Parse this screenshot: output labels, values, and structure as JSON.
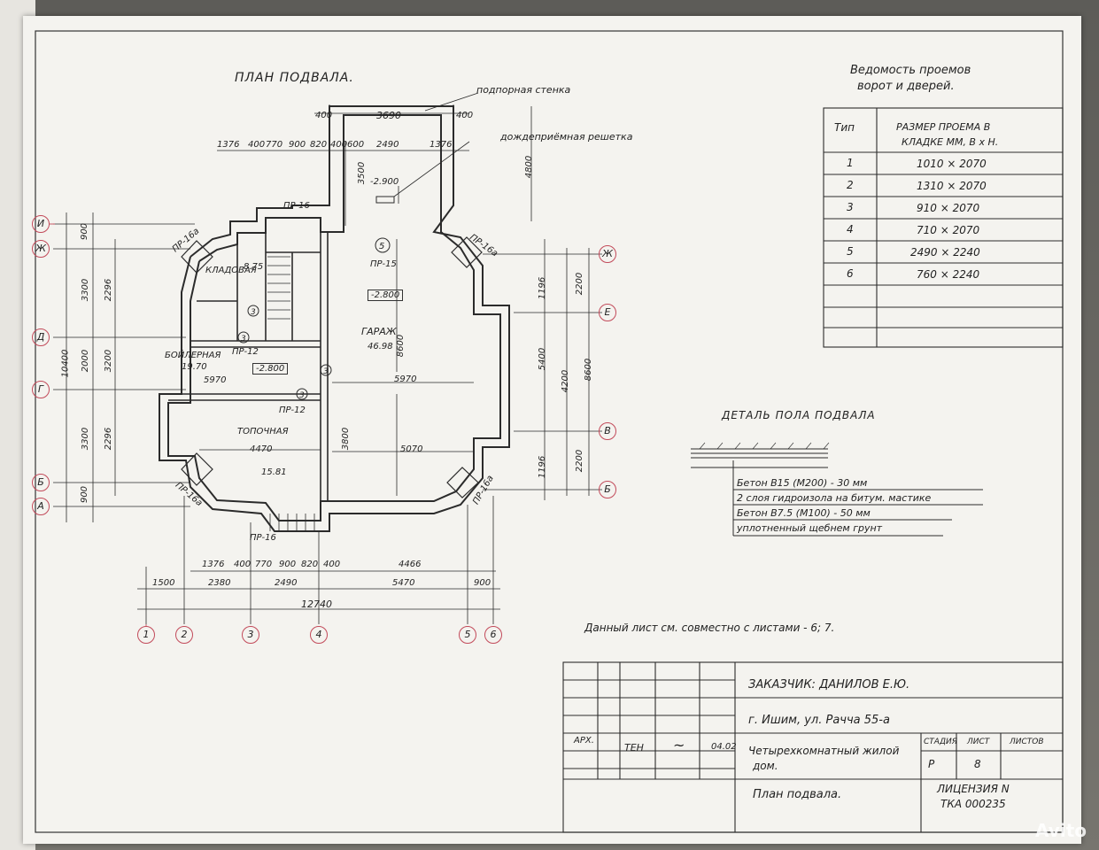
{
  "plan": {
    "title": "ПЛАН ПОДВАЛА.",
    "retaining_wall": "подпорная стенка",
    "rain_grate": "дождеприёмная решетка",
    "grate_level": "-2.900",
    "rooms": [
      {
        "name": "КЛАДОВАЯ",
        "area": "8.75"
      },
      {
        "name": "ГАРАЖ",
        "area": "46.98"
      },
      {
        "name": "БОЙЛЕРНАЯ",
        "area": "19.70"
      },
      {
        "name": "ТОПОЧНАЯ",
        "area": "15.81"
      }
    ],
    "levels": [
      "-2.800",
      "-2.800"
    ],
    "openings": [
      "ПР-16",
      "ПР-15",
      "ПР-16а",
      "ПР-12",
      "ПР-16",
      "ПР-16а",
      "ПР-16а",
      "ПР-16а",
      "ПР-12"
    ],
    "top_dims_row1": [
      "400",
      "3690",
      "400"
    ],
    "top_dims_row2": [
      "1376",
      "400",
      "770",
      "900",
      "820",
      "400",
      "600",
      "2490",
      "1376"
    ],
    "bottom_dims_row1": [
      "1376",
      "400",
      "770",
      "900",
      "820",
      "400",
      "4466"
    ],
    "bottom_dims_row2": [
      "1500",
      "2380",
      "2490",
      "5470",
      "900"
    ],
    "bottom_total": "12740",
    "left_dims": [
      "900",
      "3300",
      "2296",
      "2000",
      "3200",
      "10400",
      "3300",
      "2296",
      "900"
    ],
    "right_dims": [
      "2200",
      "1196",
      "5400",
      "4200",
      "8600",
      "1196",
      "2200"
    ],
    "inner_dims": [
      "5970",
      "5970",
      "5070",
      "4470",
      "8600",
      "3800",
      "4800",
      "3500"
    ],
    "axes_bottom": [
      "1",
      "2",
      "3",
      "4",
      "5",
      "6"
    ],
    "axes_left": [
      "И",
      "Ж",
      "Д",
      "Г",
      "Б",
      "А"
    ],
    "axes_right": [
      "Ж",
      "Е",
      "В",
      "Б"
    ]
  },
  "openings_table": {
    "title_line1": "Ведомость проемов",
    "title_line2": "ворот и дверей.",
    "col_type": "Тип",
    "col_size_line1": "РАЗМЕР ПРОЕМА В",
    "col_size_line2": "КЛАДКЕ ММ, В х Н.",
    "rows": [
      {
        "type": "1",
        "size": "1010 × 2070"
      },
      {
        "type": "2",
        "size": "1310 × 2070"
      },
      {
        "type": "3",
        "size": "910 × 2070"
      },
      {
        "type": "4",
        "size": "710 × 2070"
      },
      {
        "type": "5",
        "size": "2490 × 2240"
      },
      {
        "type": "6",
        "size": "760 × 2240"
      }
    ]
  },
  "floor_detail": {
    "title": "ДЕТАЛЬ ПОЛА ПОДВАЛА",
    "layers": [
      "Бетон В15 (М200) - 30 мм",
      "2 слоя гидроизола на битум. мастике",
      "Бетон В7.5 (М100) - 50 мм",
      "уплотненный щебнем грунт"
    ]
  },
  "note": "Данный лист см. совместно с листами - 6; 7.",
  "title_block": {
    "customer": "ЗАКАЗЧИК: ДАНИЛОВ Е.Ю.",
    "address": "г. Ишим, ул. Рачча 55-а",
    "role_label": "АРХ.",
    "role_name": "ТЕН",
    "date": "04.02",
    "project_line1": "Четырехкомнатный жилой",
    "project_line2": "дом.",
    "stage_label": "СТАДИЯ",
    "sheet_label": "ЛИСТ",
    "sheets_label": "ЛИСТОВ",
    "stage": "Р",
    "sheet": "8",
    "drawing": "План подвала.",
    "license_line1": "ЛИЦЕНЗИЯ N",
    "license_line2": "ТКА 000235"
  },
  "watermark": "Avito",
  "colors": {
    "ink": "#2b2b2b",
    "red": "#c24a5a",
    "paper": "#f4f3ef"
  }
}
